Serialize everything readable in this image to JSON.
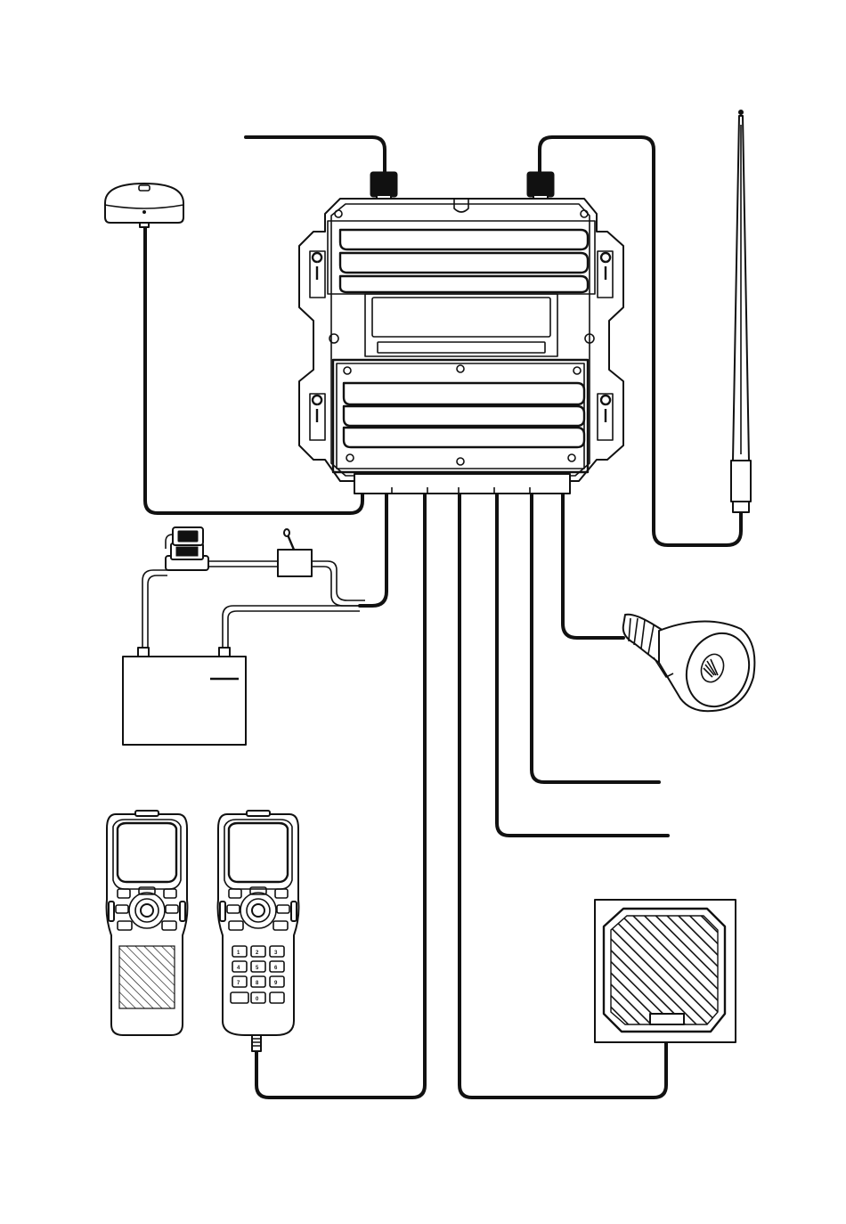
{
  "diagram": {
    "components": [
      {
        "id": "vhf-transceiver",
        "icon": "black-box-transceiver"
      },
      {
        "id": "gps-antenna",
        "icon": "dome-gps-antenna"
      },
      {
        "id": "vhf-antenna",
        "icon": "whip-antenna"
      },
      {
        "id": "fuse-holder",
        "icon": "inline-fuse"
      },
      {
        "id": "power-switch",
        "icon": "toggle-switch"
      },
      {
        "id": "battery",
        "icon": "battery"
      },
      {
        "id": "handset-basic",
        "icon": "handset"
      },
      {
        "id": "handset-full",
        "icon": "handset-keypad"
      },
      {
        "id": "hailer-horn",
        "icon": "loudhailer-horn"
      },
      {
        "id": "external-speaker",
        "icon": "speaker-box"
      }
    ],
    "handset_full_keys": [
      "1",
      "2",
      "3",
      "4",
      "5",
      "6",
      "7",
      "8",
      "9",
      "0"
    ],
    "stroke_color": "#111111",
    "background_color": "#ffffff"
  }
}
